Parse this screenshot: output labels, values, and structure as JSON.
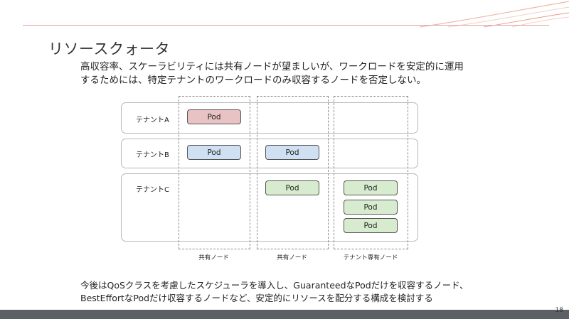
{
  "slide": {
    "title": "リソースクォータ",
    "intro": "高収容率、スケーラビリティには共有ノードが望ましいが、ワークロードを安定的に運用\nするためには、特定テナントのワークロードのみ収容するノードを否定しない。",
    "footer_note": "今後はQoSクラスを考慮したスケジューラを導入し、GuaranteedなPodだけを収容するノード、\nBestEffortなPodだけ収容するノードなど、安定的にリソースを配分する構成を検討する",
    "page_number": "18"
  },
  "diagram": {
    "tenants": [
      {
        "label": "テナントA"
      },
      {
        "label": "テナントB"
      },
      {
        "label": "テナントC"
      }
    ],
    "nodes": [
      {
        "label": "共有ノード"
      },
      {
        "label": "共有ノード"
      },
      {
        "label": "テナント専有ノード"
      }
    ],
    "pod_label": "Pod",
    "colors": {
      "tenant_a": "#e9c3c3",
      "tenant_b": "#cfe0f3",
      "tenant_c": "#d7ebce"
    }
  }
}
